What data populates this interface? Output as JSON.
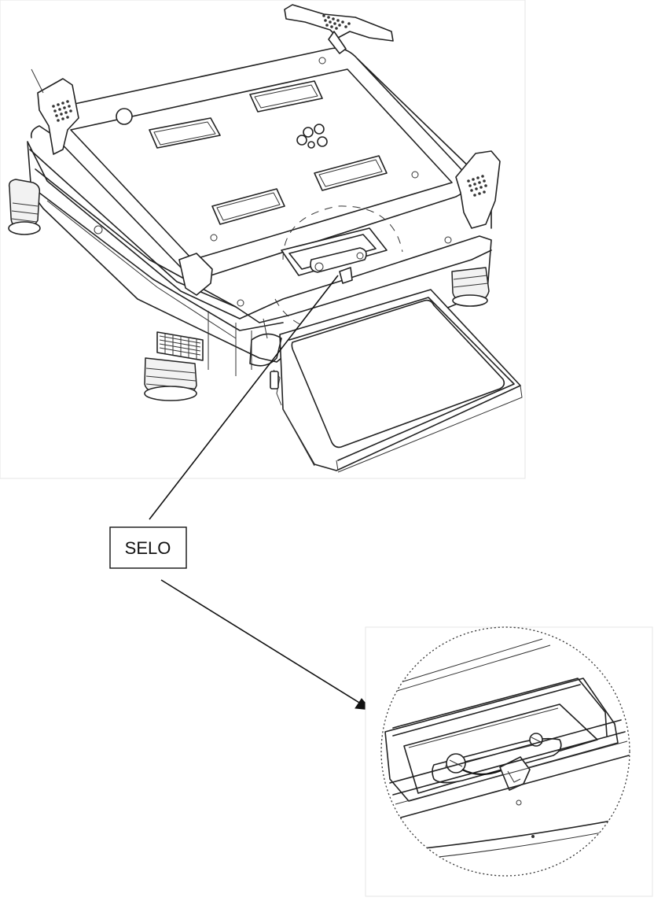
{
  "callout": {
    "label": "SELO"
  },
  "icons": {
    "main_view": "scale-illustration",
    "detail_view": "seal-detail-magnified",
    "arrow": "arrow-head-icon"
  },
  "colors": {
    "line": "#222222",
    "background": "#ffffff"
  }
}
